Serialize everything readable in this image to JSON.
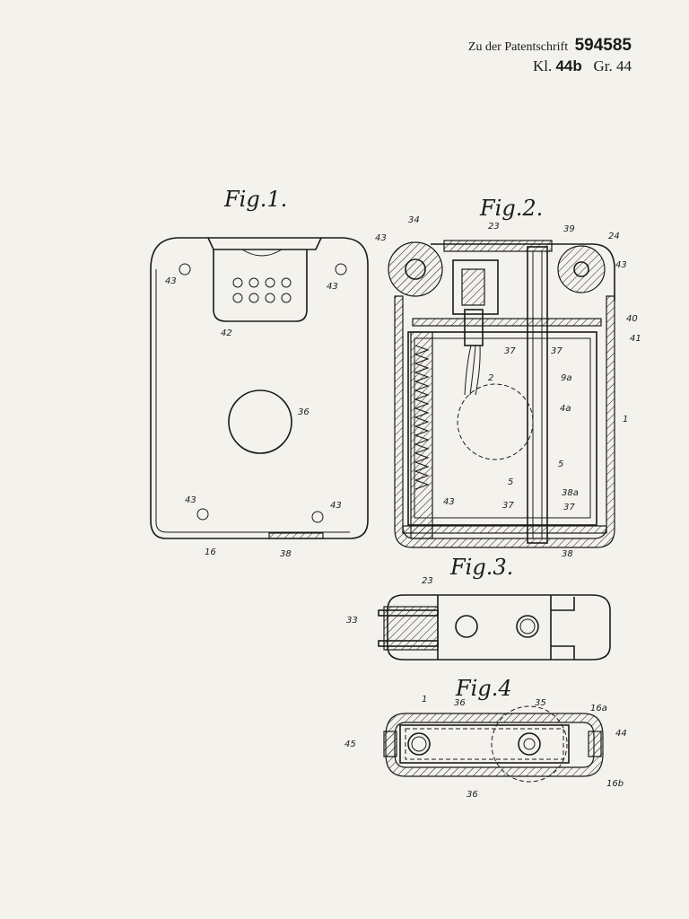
{
  "header": {
    "line1_prefix": "Zu der Patentschrift",
    "patent_number": "594585",
    "kl_label": "Kl.",
    "kl_value": "44b",
    "gr_label": "Gr.",
    "gr_value": "44"
  },
  "figures": {
    "fig1": {
      "title": "Fig.1.",
      "refs": [
        "43",
        "43",
        "42",
        "36",
        "43",
        "43",
        "16",
        "38"
      ]
    },
    "fig2": {
      "title": "Fig.2.",
      "refs": [
        "34",
        "23",
        "39",
        "24",
        "43",
        "43",
        "40",
        "41",
        "37",
        "37",
        "2",
        "9a",
        "4a",
        "1",
        "5",
        "5",
        "38a",
        "43",
        "37",
        "37",
        "38"
      ]
    },
    "fig3": {
      "title": "Fig.3.",
      "refs": [
        "23",
        "33"
      ]
    },
    "fig4": {
      "title": "Fig.4",
      "refs": [
        "1",
        "36",
        "35",
        "16a",
        "45",
        "44",
        "36",
        "16b"
      ]
    }
  }
}
